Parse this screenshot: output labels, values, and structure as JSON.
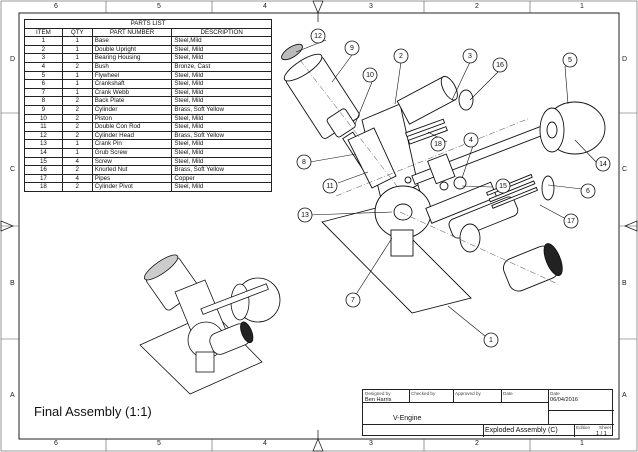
{
  "zones": {
    "columns": [
      "6",
      "5",
      "4",
      "3",
      "2",
      "1"
    ],
    "rows": [
      "D",
      "C",
      "B",
      "A"
    ]
  },
  "parts_list": {
    "title": "PARTS LIST",
    "headers": [
      "ITEM",
      "QTY",
      "PART NUMBER",
      "DESCRIPTION"
    ],
    "rows": [
      [
        "1",
        "1",
        "Base",
        "Steel,Mild"
      ],
      [
        "2",
        "1",
        "Double Upright",
        "Steel, Mild"
      ],
      [
        "3",
        "1",
        "Bearing Housing",
        "Steel, Mild"
      ],
      [
        "4",
        "2",
        "Bush",
        "Bronze, Cast"
      ],
      [
        "5",
        "1",
        "Flywheel",
        "Steel, Mild"
      ],
      [
        "6",
        "1",
        "Crankshaft",
        "Steel, Mild"
      ],
      [
        "7",
        "1",
        "Crank Webb",
        "Steel, Mild"
      ],
      [
        "8",
        "2",
        "Back Plate",
        "Steel, Mild"
      ],
      [
        "9",
        "2",
        "Cylinder",
        "Brass, Soft  Yellow"
      ],
      [
        "10",
        "2",
        "Piston",
        "Steel, Mild"
      ],
      [
        "11",
        "2",
        "Double Con Rod",
        "Steel, Mild"
      ],
      [
        "12",
        "2",
        "Cylinder Head",
        "Brass, Soft Yellow"
      ],
      [
        "13",
        "1",
        "Crank Pin",
        "Steel, Mild"
      ],
      [
        "14",
        "1",
        "Grub Screw",
        "Steel, Mild"
      ],
      [
        "15",
        "4",
        "Screw",
        "Steel, Mild"
      ],
      [
        "16",
        "2",
        "Knurled Nut",
        "Brass, Soft Yellow"
      ],
      [
        "17",
        "4",
        "Pipes",
        "Copper"
      ],
      [
        "18",
        "2",
        "Cylinder Pivot",
        "Steel, Mild"
      ]
    ]
  },
  "balloons": [
    "12",
    "9",
    "2",
    "3",
    "16",
    "5",
    "10",
    "18",
    "4",
    "8",
    "11",
    "15",
    "14",
    "6",
    "13",
    "17",
    "7",
    "1"
  ],
  "final_title": "Final Assembly (1:1)",
  "title_block": {
    "designed_by_label": "Designed by",
    "designed_by": "Ben Harris",
    "checked_by_label": "Checked by",
    "approved_by_label": "Approved by",
    "date_label_1": "Date",
    "date_label_2": "Date",
    "date": "06/04/2016",
    "project": "V-Engine",
    "drawing_title": "Exploded Assembly (C)",
    "edition_label": "Edition",
    "sheet_label": "Sheet",
    "sheet": "1 / 1"
  }
}
